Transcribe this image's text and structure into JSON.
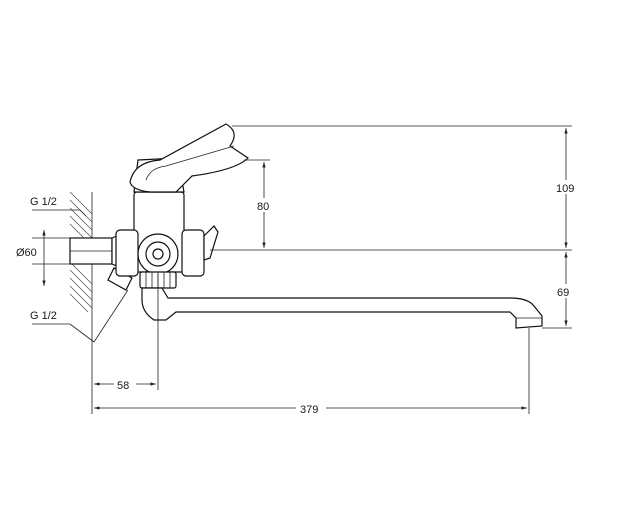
{
  "labels": {
    "thread_top": "G 1/2",
    "diameter": "Ø60",
    "thread_bottom": "G 1/2"
  },
  "dimensions": {
    "h80": "80",
    "h109": "109",
    "h69": "69",
    "w58": "58",
    "w379": "379"
  }
}
